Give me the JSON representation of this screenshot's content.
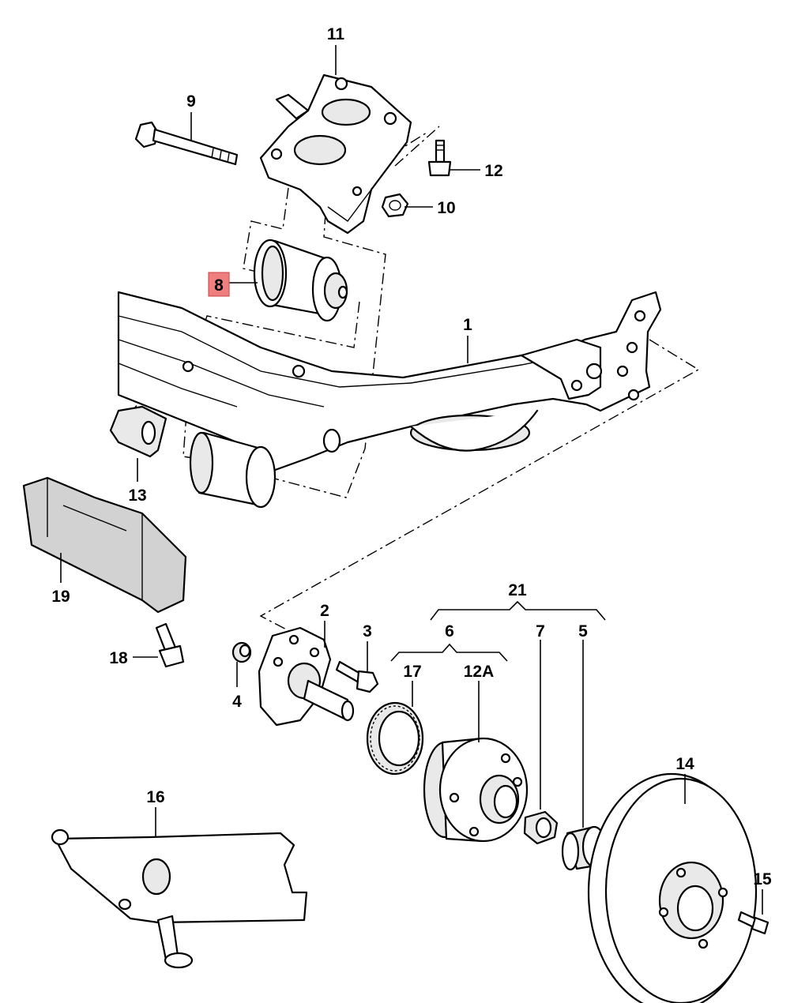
{
  "highlight_color": "#f08080",
  "labels": {
    "p1": "1",
    "p2": "2",
    "p3": "3",
    "p4": "4",
    "p5": "5",
    "p6": "6",
    "p7": "7",
    "p8": "8",
    "p9": "9",
    "p10": "10",
    "p11": "11",
    "p12": "12",
    "p12a": "12A",
    "p13": "13",
    "p14": "14",
    "p15": "15",
    "p16": "16",
    "p17": "17",
    "p18": "18",
    "p19": "19",
    "p21": "21"
  },
  "highlighted_part": "8"
}
